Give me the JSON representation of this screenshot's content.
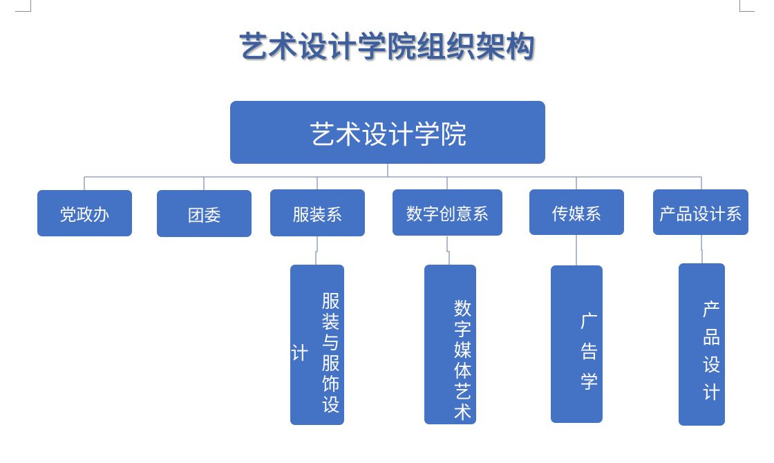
{
  "title": "艺术设计学院组织架构",
  "root": {
    "label": "艺术设计学院"
  },
  "departments": [
    {
      "label": "党政办"
    },
    {
      "label": "团委"
    },
    {
      "label": "服装系"
    },
    {
      "label": "数字创意系"
    },
    {
      "label": "传媒系"
    },
    {
      "label": "产品设计系"
    }
  ],
  "programs": [
    {
      "label": "服装与服饰设计",
      "parent": "服装系"
    },
    {
      "label": "数字媒体艺术",
      "parent": "数字创意系"
    },
    {
      "label": "广告学",
      "parent": "传媒系"
    },
    {
      "label": "产品设计",
      "parent": "产品设计系"
    }
  ],
  "colors": {
    "box": "#4472c4",
    "line": "#7f93b8",
    "title": "#3e5f9e"
  }
}
